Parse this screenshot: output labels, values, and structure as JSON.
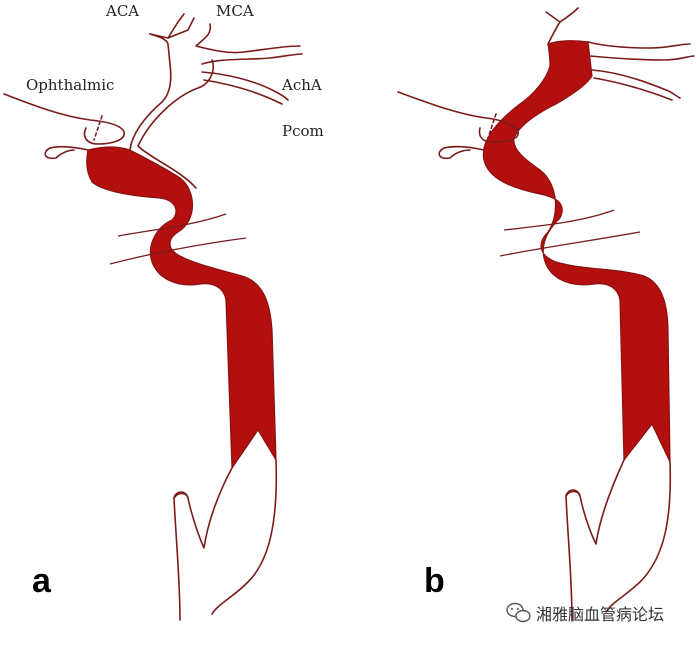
{
  "labels": {
    "aca": "ACA",
    "mca": "MCA",
    "ophthalmic": "Ophthalmic",
    "acha": "AchA",
    "pcom": "Pcom"
  },
  "panels": [
    {
      "letter": "a"
    },
    {
      "letter": "b"
    }
  ],
  "watermark": {
    "text": "湘雅脑血管病论坛"
  },
  "colors": {
    "vessel_fill": "#b30f0f",
    "vessel_outline": "#7a1c1c"
  }
}
